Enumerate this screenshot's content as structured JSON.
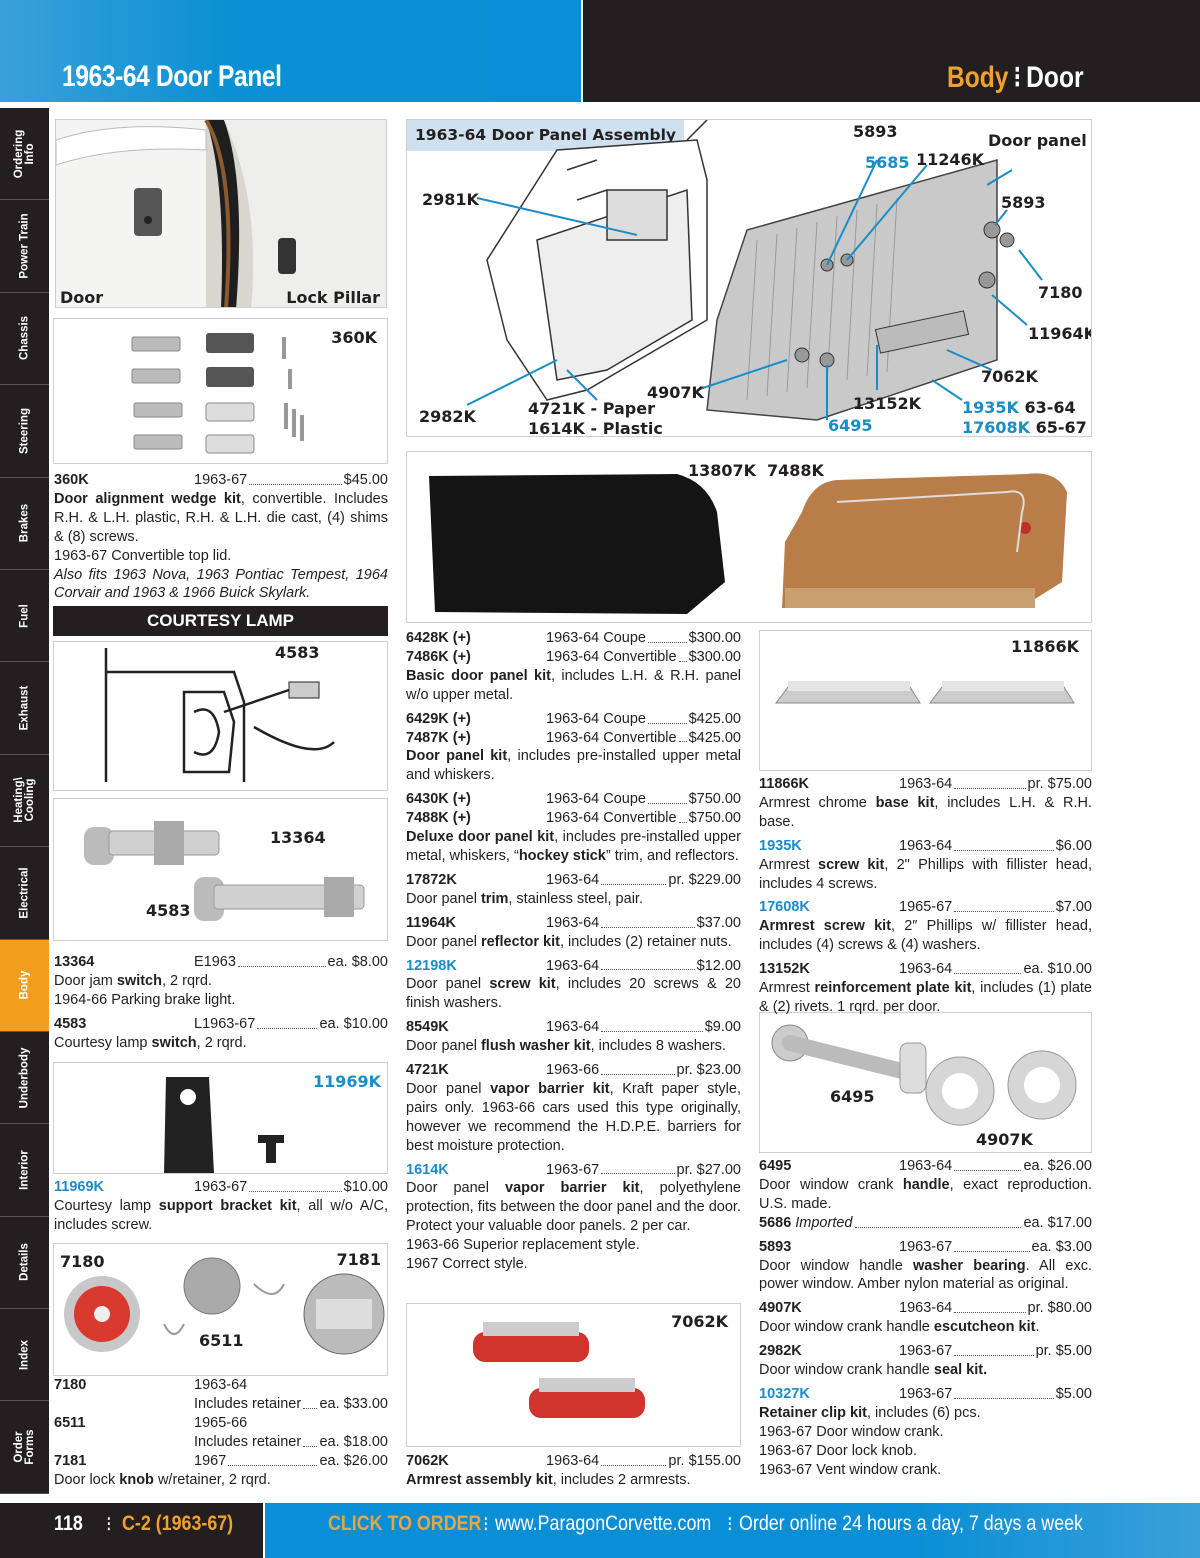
{
  "header": {
    "title": "1963-64 Door Panel",
    "section": "Body",
    "subsection": "Door"
  },
  "tabs": [
    "Ordering\nInfo",
    "Power Train",
    "Chassis",
    "Steering",
    "Brakes",
    "Fuel",
    "Exhaust",
    "Heating\\\nCooling",
    "Electrical",
    "Body",
    "Underbody",
    "Interior",
    "Details",
    "Index",
    "Order\nForms"
  ],
  "active_tab": "Body",
  "image_labels": {
    "door": "Door",
    "lock_pillar": "Lock Pillar",
    "k360": "360K",
    "lamp4583": "4583",
    "sw13364": "13364",
    "sw4583": "4583",
    "br11969": "11969K",
    "k7180": "7180",
    "k7181": "7181",
    "k6511": "6511",
    "p13807": "13807K",
    "p7488": "7488K",
    "b11866": "11866K",
    "h6495": "6495",
    "e4907": "4907K",
    "a7062": "7062K"
  },
  "courtesy_banner": "COURTESY LAMP",
  "diagram": {
    "title": "1963-64 Door Panel Assembly",
    "labels": [
      "5893",
      "5685",
      "11246K",
      "Door panel",
      "2981K",
      "5893",
      "7180",
      "11964K",
      "7062K",
      "4907K",
      "4721K - Paper",
      "1614K - Plastic",
      "2982K",
      "13152K",
      "6495",
      "1935K",
      "63-64",
      "17608K",
      "65-67"
    ]
  },
  "sections": {
    "left1": [
      {
        "lines": [
          {
            "p": [
              "360K",
              "1963-67",
              "$45.00"
            ]
          },
          {
            "t": [
              [
                "Door alignment wedge kit",
                "b"
              ],
              [
                ", convertible. Includes R.H. & L.H. plastic, R.H. & L.H. die cast, (4) shims & (8) screws.",
                ""
              ]
            ]
          },
          {
            "t": [
              [
                "1963-67 Convertible top lid.",
                ""
              ]
            ]
          },
          {
            "t": [
              [
                "Also fits 1963 Nova, 1963 Pontiac Tempest, 1964 Corvair and 1963 & 1966 Buick Skylark.",
                "i"
              ]
            ]
          }
        ]
      }
    ],
    "left2": [
      {
        "lines": [
          {
            "p": [
              "13364",
              "E1963",
              "ea. $8.00"
            ]
          },
          {
            "t": [
              [
                "Door jam ",
                ""
              ],
              [
                "switch",
                "b"
              ],
              [
                ", 2 rqrd.",
                ""
              ]
            ]
          },
          {
            "t": [
              [
                "1964-66 Parking brake light.",
                ""
              ]
            ]
          }
        ]
      },
      {
        "lines": [
          {
            "p": [
              "4583",
              "L1963-67",
              "ea. $10.00"
            ]
          },
          {
            "t": [
              [
                "Courtesy lamp ",
                ""
              ],
              [
                "switch",
                "b"
              ],
              [
                ", 2 rqrd.",
                ""
              ]
            ]
          }
        ]
      }
    ],
    "left3": [
      {
        "lines": [
          {
            "p": [
              "11969K",
              "1963-67",
              "$10.00"
            ],
            "blue": true
          },
          {
            "t": [
              [
                "Courtesy lamp ",
                ""
              ],
              [
                "support bracket kit",
                "b"
              ],
              [
                ", all w/o A/C, includes screw.",
                ""
              ]
            ]
          }
        ]
      }
    ],
    "left4": [
      {
        "lines": [
          {
            "p": [
              "7180",
              "1963-64",
              ""
            ]
          },
          {
            "p": [
              "",
              "Includes retainer",
              "ea. $33.00"
            ]
          },
          {
            "p": [
              "6511",
              "1965-66",
              ""
            ]
          },
          {
            "p": [
              "",
              "Includes retainer",
              "ea. $18.00"
            ]
          },
          {
            "p": [
              "7181",
              "1967",
              "ea. $26.00"
            ]
          },
          {
            "t": [
              [
                "Door lock ",
                ""
              ],
              [
                "knob",
                "b"
              ],
              [
                " w/retainer, 2 rqrd.",
                ""
              ]
            ]
          }
        ]
      }
    ],
    "mid1": [
      {
        "lines": [
          {
            "p": [
              "6428K (+)",
              "1963-64 Coupe",
              "$300.00"
            ]
          },
          {
            "p": [
              "7486K (+)",
              "1963-64 Convertible",
              "$300.00"
            ]
          },
          {
            "t": [
              [
                "Basic door panel kit",
                "b"
              ],
              [
                ", includes L.H. & R.H. panel w/o upper metal.",
                ""
              ]
            ]
          }
        ]
      },
      {
        "lines": [
          {
            "p": [
              "6429K (+)",
              "1963-64 Coupe",
              "$425.00"
            ]
          },
          {
            "p": [
              "7487K (+)",
              "1963-64 Convertible",
              "$425.00"
            ]
          },
          {
            "t": [
              [
                "Door panel kit",
                "b"
              ],
              [
                ", includes pre-installed upper metal and whiskers.",
                ""
              ]
            ]
          }
        ]
      },
      {
        "lines": [
          {
            "p": [
              "6430K (+)",
              "1963-64 Coupe",
              "$750.00"
            ]
          },
          {
            "p": [
              "7488K (+)",
              "1963-64 Convertible",
              "$750.00"
            ]
          },
          {
            "t": [
              [
                "Deluxe door panel kit",
                "b"
              ],
              [
                ", includes pre-installed upper metal, whiskers, “",
                ""
              ],
              [
                "hockey stick",
                "b"
              ],
              [
                "” trim, and reflectors.",
                ""
              ]
            ]
          }
        ]
      },
      {
        "lines": [
          {
            "p": [
              "17872K",
              "1963-64",
              "pr. $229.00"
            ]
          },
          {
            "t": [
              [
                "Door panel ",
                ""
              ],
              [
                "trim",
                "b"
              ],
              [
                ", stainless steel, pair.",
                ""
              ]
            ]
          }
        ]
      },
      {
        "lines": [
          {
            "p": [
              "11964K",
              "1963-64",
              "$37.00"
            ]
          },
          {
            "t": [
              [
                "Door panel ",
                ""
              ],
              [
                "reflector kit",
                "b"
              ],
              [
                ", includes (2) retainer nuts.",
                ""
              ]
            ]
          }
        ]
      },
      {
        "lines": [
          {
            "p": [
              "12198K",
              "1963-64",
              "$12.00"
            ],
            "blue": true
          },
          {
            "t": [
              [
                "Door panel ",
                ""
              ],
              [
                "screw kit",
                "b"
              ],
              [
                ", includes 20 screws & 20 finish washers.",
                ""
              ]
            ]
          }
        ]
      },
      {
        "lines": [
          {
            "p": [
              "8549K",
              "1963-64",
              "$9.00"
            ]
          },
          {
            "t": [
              [
                "Door panel ",
                ""
              ],
              [
                "flush washer kit",
                "b"
              ],
              [
                ", includes 8 washers.",
                ""
              ]
            ]
          }
        ]
      },
      {
        "lines": [
          {
            "p": [
              "4721K",
              "1963-66",
              "pr. $23.00"
            ]
          },
          {
            "t": [
              [
                "Door panel ",
                ""
              ],
              [
                "vapor barrier kit",
                "b"
              ],
              [
                ", Kraft paper style, pairs only. 1963-66 cars used this type originally, however we recommend the H.D.P.E. barriers for best moisture protection.",
                ""
              ]
            ]
          }
        ]
      },
      {
        "lines": [
          {
            "p": [
              "1614K",
              "1963-67",
              "pr. $27.00"
            ],
            "blue": true
          },
          {
            "t": [
              [
                "Door panel ",
                ""
              ],
              [
                "vapor barrier kit",
                "b"
              ],
              [
                ", polyethylene protection, fits between the door panel and the door. Protect your valuable door panels. 2 per car.",
                ""
              ]
            ]
          },
          {
            "t": [
              [
                "1963-66 Superior replacement style.",
                ""
              ]
            ]
          },
          {
            "t": [
              [
                "1967 Correct style.",
                ""
              ]
            ]
          }
        ]
      }
    ],
    "mid2": [
      {
        "lines": [
          {
            "p": [
              "7062K",
              "1963-64",
              "pr. $155.00"
            ]
          },
          {
            "t": [
              [
                "Armrest assembly kit",
                "b"
              ],
              [
                ", includes 2 armrests.",
                ""
              ]
            ]
          }
        ]
      }
    ],
    "right1": [
      {
        "lines": [
          {
            "p": [
              "11866K",
              "1963-64",
              "pr. $75.00"
            ]
          },
          {
            "t": [
              [
                "Armrest chrome ",
                ""
              ],
              [
                "base kit",
                "b"
              ],
              [
                ", includes L.H. & R.H. base.",
                ""
              ]
            ]
          }
        ]
      },
      {
        "lines": [
          {
            "p": [
              "1935K",
              "1963-64",
              "$6.00"
            ],
            "blue": true
          },
          {
            "t": [
              [
                "Armrest ",
                ""
              ],
              [
                "screw kit",
                "b"
              ],
              [
                ", 2\" Phillips with fillister head, includes 4 screws.",
                ""
              ]
            ]
          }
        ]
      },
      {
        "lines": [
          {
            "p": [
              "17608K",
              "1965-67",
              "$7.00"
            ],
            "blue": true
          },
          {
            "t": [
              [
                "Armrest screw kit",
                "b"
              ],
              [
                ", 2″ Phillips w/ fillister head, includes (4) screws & (4) washers.",
                ""
              ]
            ]
          }
        ]
      },
      {
        "lines": [
          {
            "p": [
              "13152K",
              "1963-64",
              "ea. $10.00"
            ]
          },
          {
            "t": [
              [
                "Armrest ",
                ""
              ],
              [
                "reinforcement plate kit",
                "b"
              ],
              [
                ", includes (1) plate & (2) rivets. 1 rqrd. per door.",
                ""
              ]
            ]
          }
        ]
      }
    ],
    "right2": [
      {
        "lines": [
          {
            "p": [
              "6495",
              "1963-64",
              "ea. $26.00"
            ]
          },
          {
            "t": [
              [
                "Door window crank ",
                ""
              ],
              [
                "handle",
                "b"
              ],
              [
                ", exact reproduction. U.S. made.",
                ""
              ]
            ]
          },
          {
            "p": [
              "5686",
              "Imported",
              "ea. $17.00"
            ],
            "imp": true
          }
        ]
      },
      {
        "lines": [
          {
            "p": [
              "5893",
              "1963-67",
              "ea. $3.00"
            ]
          },
          {
            "t": [
              [
                "Door window handle ",
                ""
              ],
              [
                "washer bearing",
                "b"
              ],
              [
                ". All exc. power window. Amber nylon material as original.",
                ""
              ]
            ]
          }
        ]
      },
      {
        "lines": [
          {
            "p": [
              "4907K",
              "1963-64",
              "pr. $80.00"
            ]
          },
          {
            "t": [
              [
                "Door window crank handle ",
                ""
              ],
              [
                "escutcheon kit",
                "b"
              ],
              [
                ".",
                ""
              ]
            ]
          }
        ]
      },
      {
        "lines": [
          {
            "p": [
              "2982K",
              "1963-67",
              "pr. $5.00"
            ]
          },
          {
            "t": [
              [
                "Door window crank handle ",
                ""
              ],
              [
                "seal kit.",
                "b"
              ]
            ]
          }
        ]
      },
      {
        "lines": [
          {
            "p": [
              "10327K",
              "1963-67",
              "$5.00"
            ],
            "blue": true
          },
          {
            "t": [
              [
                "Retainer clip kit",
                "b"
              ],
              [
                ", includes (6) pcs.",
                ""
              ]
            ]
          },
          {
            "t": [
              [
                "1963-67 Door window crank.",
                ""
              ]
            ]
          },
          {
            "t": [
              [
                "1963-67 Door lock knob.",
                ""
              ]
            ]
          },
          {
            "t": [
              [
                "1963-67 Vent window crank.",
                ""
              ]
            ]
          }
        ]
      }
    ]
  },
  "footer": {
    "page": "118",
    "model": "C-2 (1963-67)",
    "cta": "CLICK TO ORDER",
    "url": "www.ParagonCorvette.com",
    "hours": "Order online 24 hours a day, 7 days a week"
  },
  "colors": {
    "brand_blue": "#0a8fd6",
    "orange": "#f29d1c",
    "part_blue": "#1a8cc8",
    "dark": "#231f20"
  }
}
